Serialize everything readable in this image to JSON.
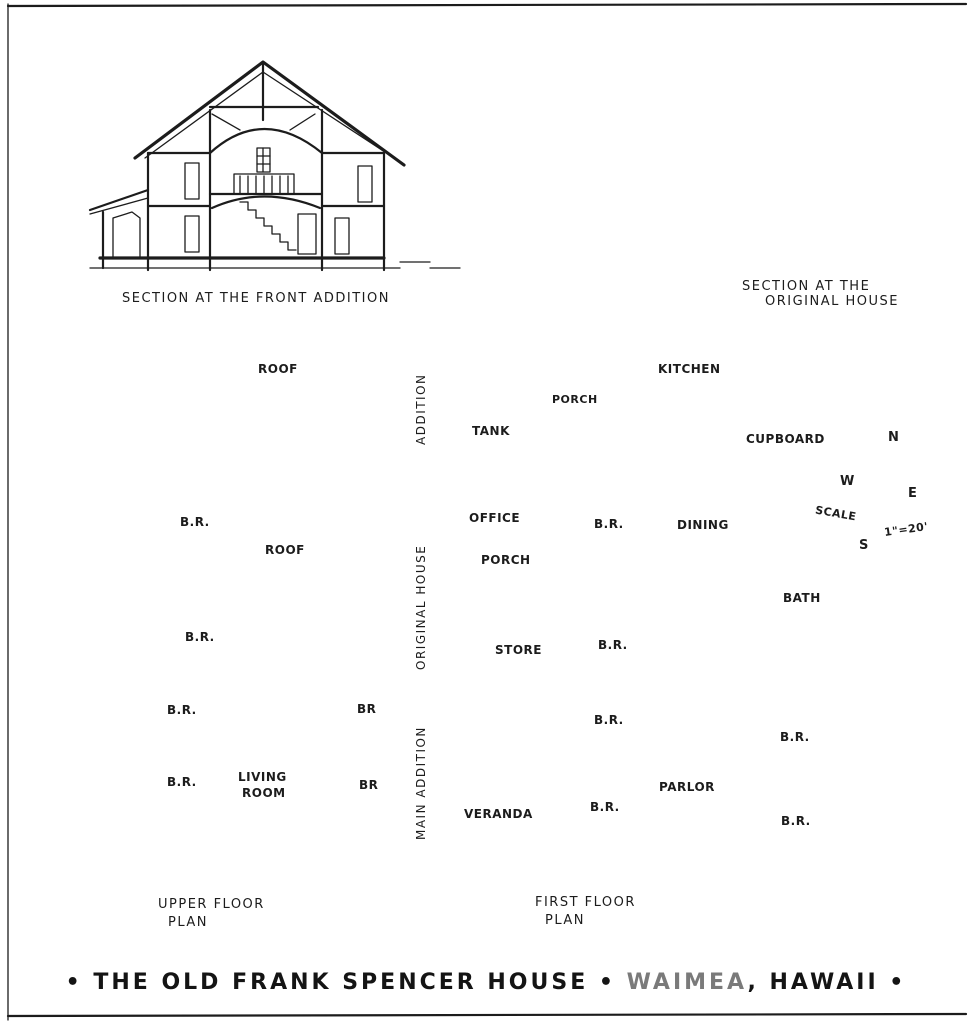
{
  "sections": {
    "front_addition": "SECTION AT THE FRONT ADDITION",
    "original_house_line1": "SECTION AT THE",
    "original_house_line2": "ORIGINAL HOUSE"
  },
  "zones": {
    "addition": "ADDITION",
    "original_house": "ORIGINAL HOUSE",
    "main_addition": "MAIN ADDITION"
  },
  "upper_floor": {
    "caption_line1": "UPPER FLOOR",
    "caption_line2": "PLAN",
    "rooms": {
      "roof_top": "ROOF",
      "roof_mid": "ROOF",
      "br_1": "B.R.",
      "br_2": "B.R.",
      "br_3": "B.R.",
      "br_4": "B.R.",
      "br_5": "BR",
      "br_6": "BR",
      "living_line1": "LIVING",
      "living_line2": "ROOM"
    }
  },
  "first_floor": {
    "caption_line1": "FIRST FLOOR",
    "caption_line2": "PLAN",
    "rooms": {
      "kitchen": "KITCHEN",
      "porch_rear": "PORCH",
      "tank": "TANK",
      "cupboard": "CUPBOARD",
      "office": "OFFICE",
      "porch_side": "PORCH",
      "br_a": "B.R.",
      "dining": "DINING",
      "bath": "BATH",
      "store": "STORE",
      "br_b": "B.R.",
      "br_c": "B.R.",
      "br_d": "B.R.",
      "veranda": "VERANDA",
      "parlor": "PARLOR",
      "br_e": "B.R.",
      "br_f": "B.R."
    }
  },
  "compass": {
    "north": "N",
    "south": "S",
    "east": "E",
    "west": "W",
    "scale_label": "SCALE",
    "scale_value": "1\"=20'"
  },
  "title": {
    "name": "• THE OLD FRANK SPENCER HOUSE •",
    "location": "WAIMEA",
    "state": ", HAWAII •"
  }
}
